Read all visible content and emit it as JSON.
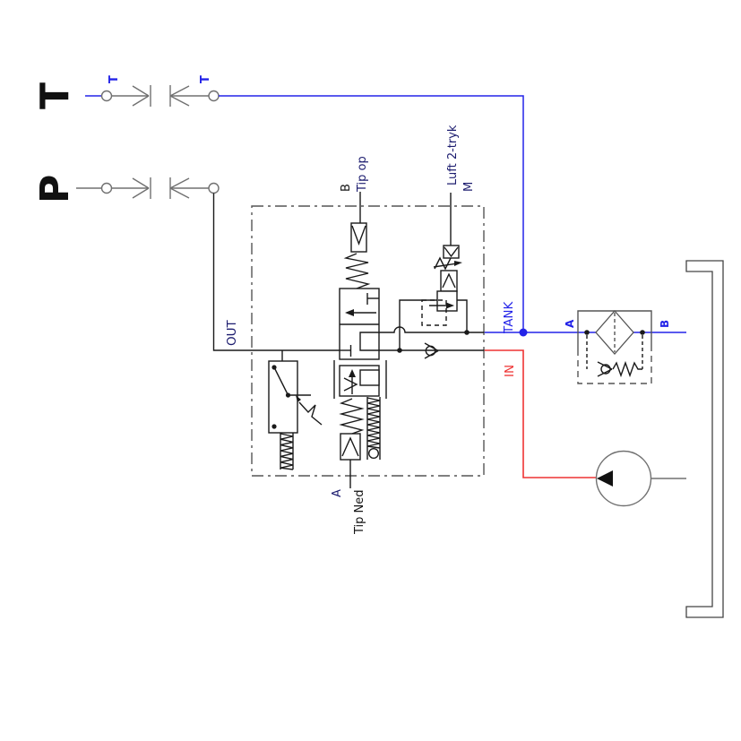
{
  "diagram": {
    "type": "hydraulic tipping-valve schematic",
    "supply_ports": {
      "pressure": "P",
      "tank": "T"
    },
    "coupling_labels": {
      "t1": "T",
      "t2": "T"
    },
    "valve_block": {
      "out_port": "OUT",
      "b_port": "B",
      "a_port": "A",
      "m_port": "M",
      "tip_up_label": "Tip op",
      "tip_down_label": "Tip Ned",
      "air_two_pressure_label": "Luft 2-tryk"
    },
    "line_labels": {
      "tank_line": "TANK",
      "inlet_line": "IN"
    },
    "filter_ports": {
      "a": "A",
      "b": "B"
    },
    "colors": {
      "tank_line_blue": "#2323e8",
      "inlet_line_red": "#ee3333",
      "schematic_black": "#1a1a1a",
      "hardware_gray": "#707070",
      "port_text_navy": "#1b1b6e"
    }
  }
}
